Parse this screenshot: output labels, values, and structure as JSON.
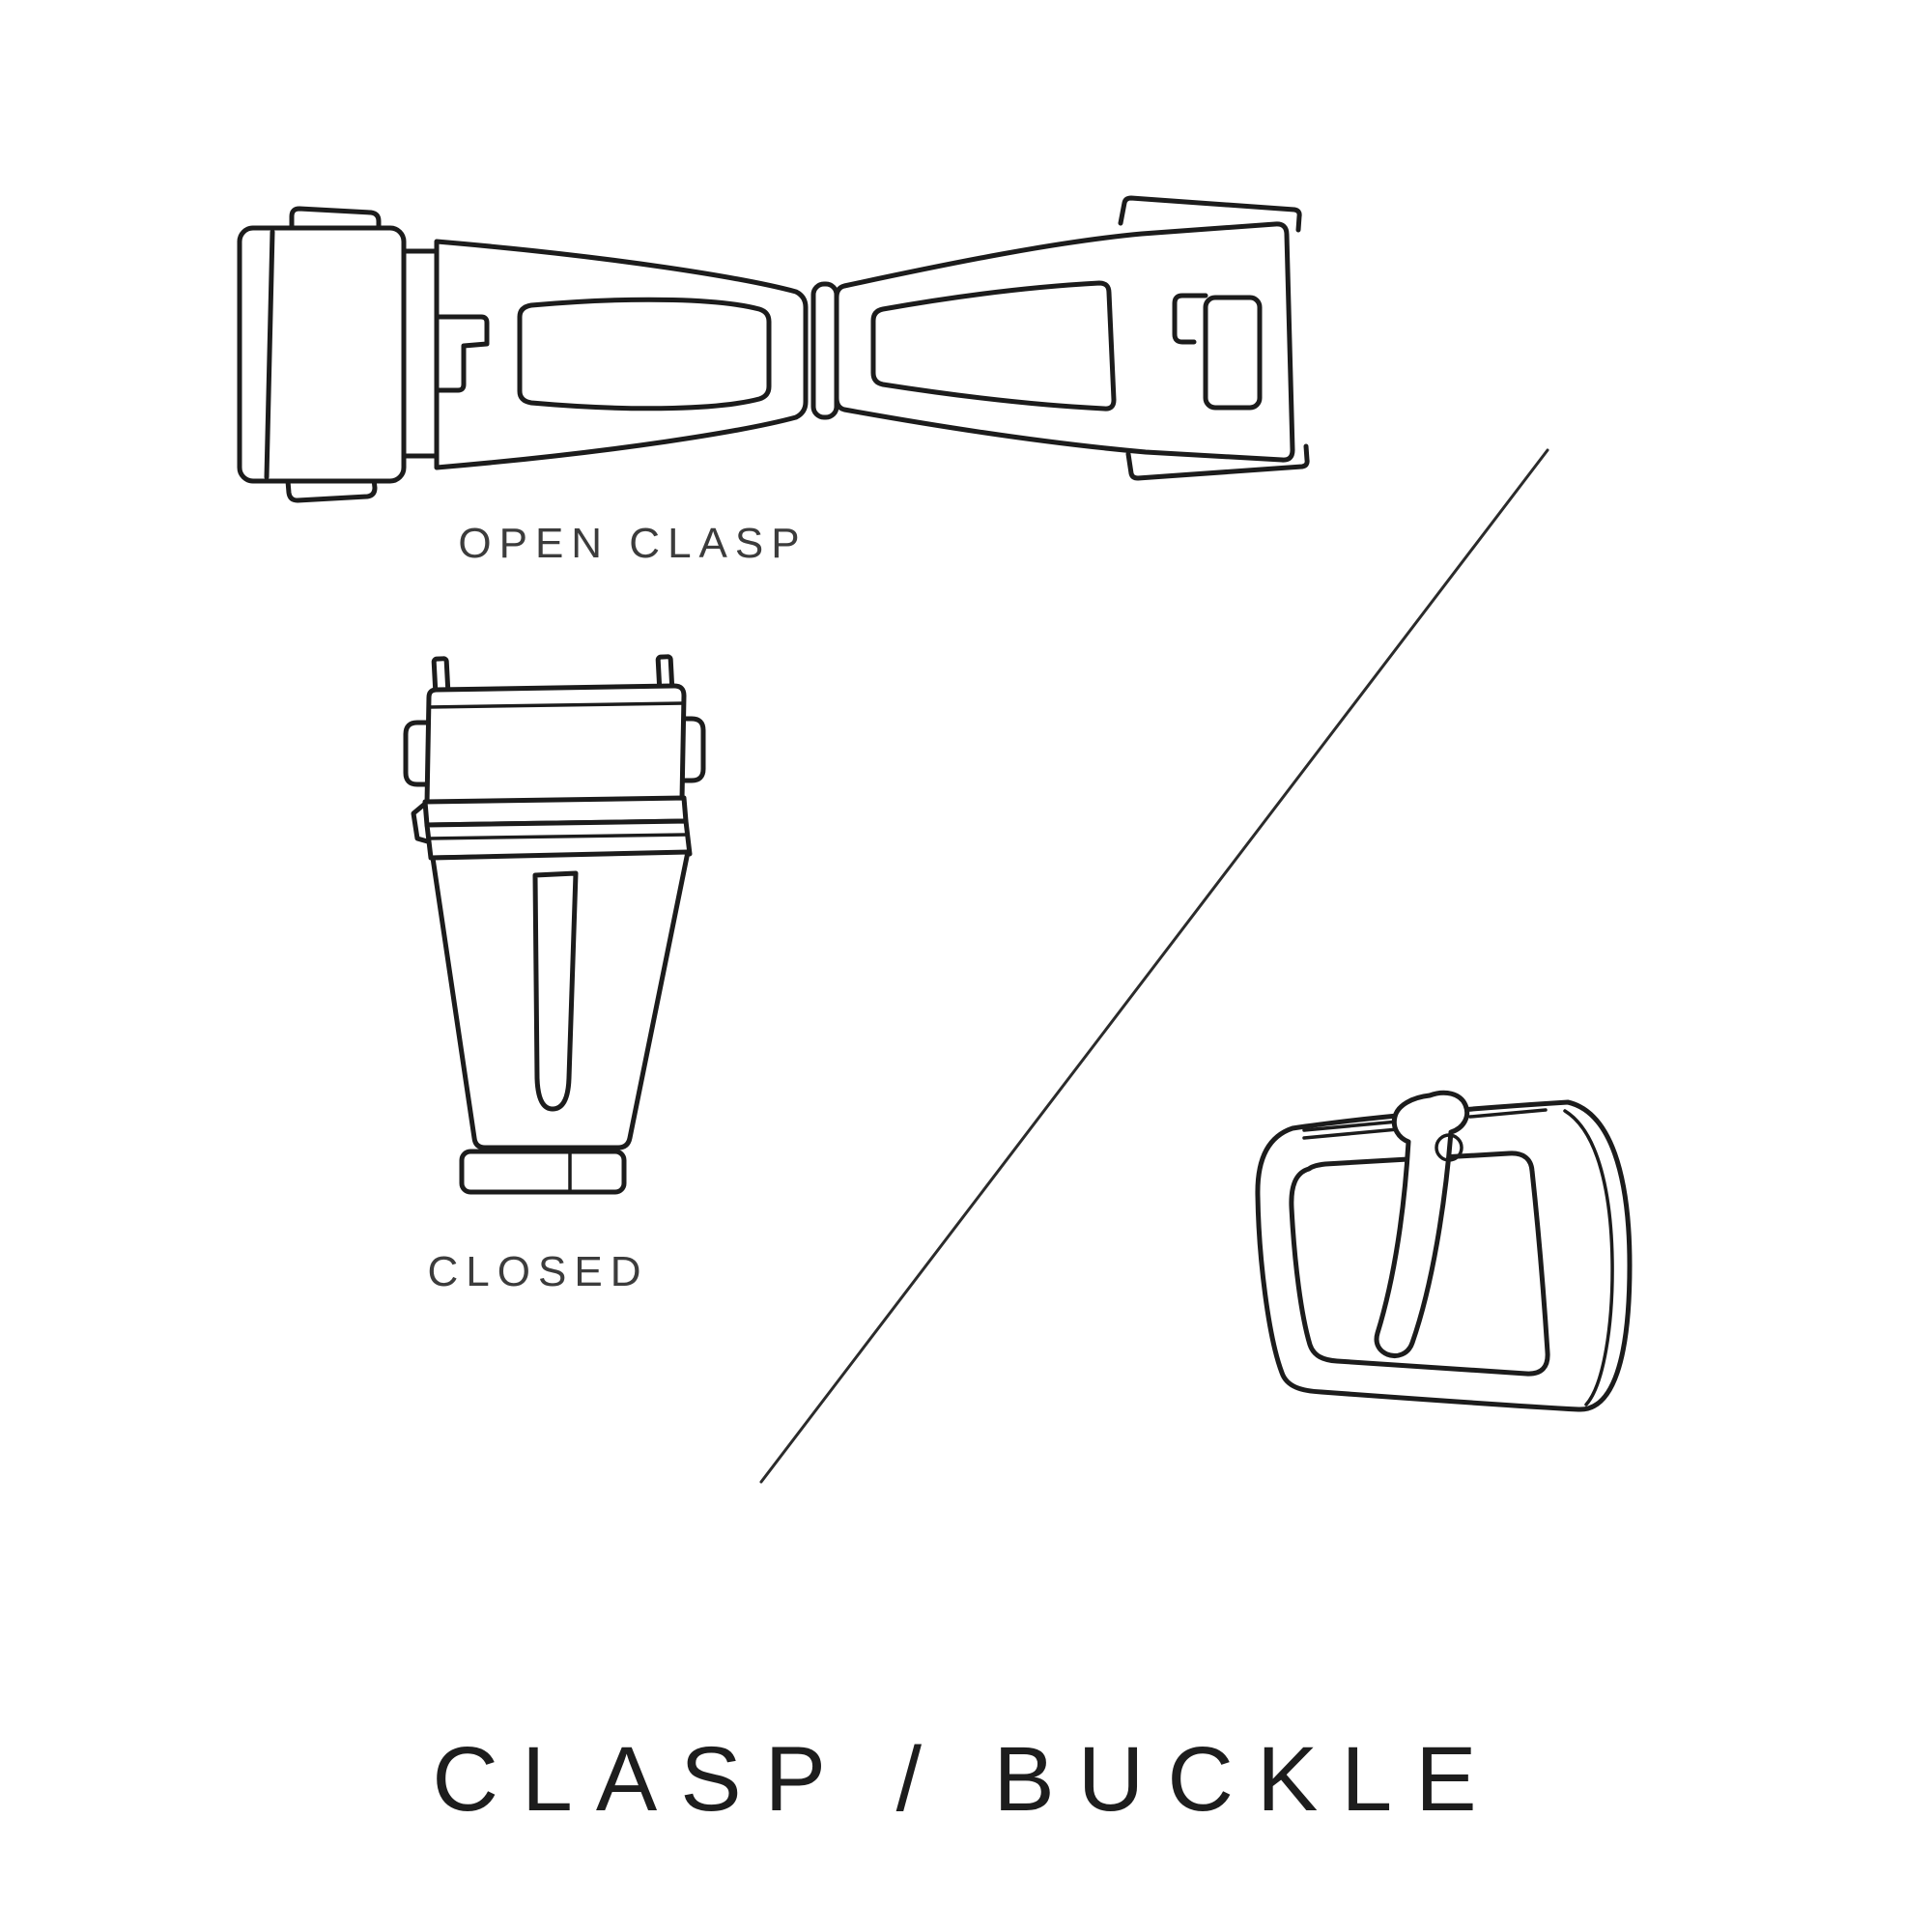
{
  "colors": {
    "background": "#ffffff",
    "stroke": "#1c1c1c",
    "divider": "#2b2b2b",
    "label": "#3c3c3c",
    "title": "#1d1d1d"
  },
  "diagram": {
    "labels": {
      "open_clasp": "OPEN CLASP",
      "closed": "CLOSED"
    },
    "title": "CLASP / BUCKLE",
    "icons": {
      "open_clasp": "open-clasp-illustration",
      "closed_clasp": "closed-clasp-illustration",
      "buckle": "buckle-illustration",
      "divider": "diagonal-divider-line"
    }
  }
}
